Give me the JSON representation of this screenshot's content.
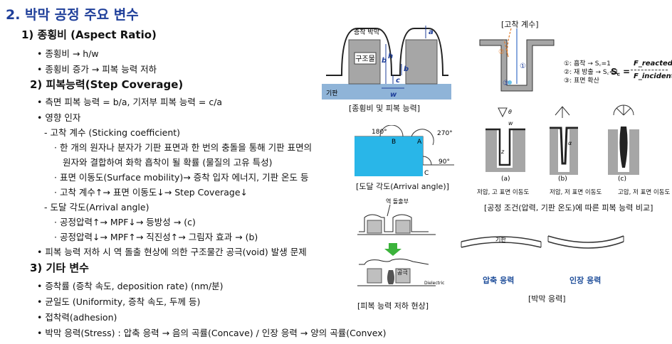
{
  "title": "2. 박막 공정 주요 변수",
  "sections": {
    "s1": {
      "heading": "1) 종횡비 (Aspect Ratio)",
      "b1": "• 종횡비 → h/w",
      "b2": "• 종횡비 증가 →  피복 능력 저하"
    },
    "s2": {
      "heading": "2) 피복능력(Step Coverage)",
      "b1": "• 측면 피복 능력 = b/a, 기저부 피복 능력 = c/a",
      "b2": "• 영향 인자",
      "d1": "- 고착 계수 (Sticking coefficient)",
      "d1a": "· 한 개의 원자나 분자가 기판 표면과 한 번의 충돌을 통해 기판 표면의",
      "d1b": "원자와 결합하여 화학 흡착이 될 확률 (물질의 고유 특성)",
      "d1c": "· 표면 이동도(Surface mobility)→ 증착 입자 에너지, 기판 온도 등",
      "d1d": "· 고착 계수↑→ 표면 이동도↓→ Step Coverage↓",
      "d2": "- 도달 각도(Arrival angle)",
      "d2a": "· 공정압력↑→ MPF↓→ 등방성 → (c)",
      "d2b": "· 공정압력↓→ MPF↑→ 직진성↑→ 그림자 효과 → (b)",
      "b3": "• 피복 능력 저하 시 역 돌출 현상에 의한 구조물간 공극(void) 발생 문제"
    },
    "s3": {
      "heading": "3) 기타 변수",
      "b1": "• 증착률 (증착 속도, deposition rate) (nm/분)",
      "b2": "• 균일도 (Uniformity, 증착 속도, 두께 등)",
      "b3": "• 접착력(adhesion)",
      "b4": "• 박막 응력(Stress) : 압축 응력 → 음의 곡률(Concave) / 인장 응력 → 양의 곡률(Convex)"
    }
  },
  "fig_aspect": {
    "caption": "[종횡비 및 피복 능력]",
    "film_label": "증착 박막",
    "structure_label": "구조물",
    "substrate_label": "기판",
    "a": "a",
    "b": "b",
    "c": "c",
    "h": "h",
    "w": "w"
  },
  "fig_sticking": {
    "label": "[고착 계수]",
    "n1": "①",
    "n2": "②",
    "n3": "③",
    "legend1": "①: 흡착 → S꜀=1",
    "legend2": "②: 재 방출 → S꜀<1",
    "legend3": "③: 표면 확산",
    "formula_lhs": "S꜀ =",
    "formula_num": "F_reacted",
    "formula_den": "F_incident"
  },
  "fig_arrival": {
    "caption": "[도달 각도(Arrival angle)]",
    "a180": "180°",
    "a270": "270°",
    "a90": "90°",
    "pA": "A",
    "pB": "B",
    "pC": "C"
  },
  "fig_compare": {
    "caption": "[공정 조건(압력, 기판 온도)에 따른 피복 능력 비교]",
    "la": "(a)",
    "lb": "(b)",
    "lc": "(c)",
    "ta": "저압, 고 표면 이동도",
    "tb": "저압, 저 표면 이동도",
    "tc": "고압, 저 표면 이동도",
    "theta": "θ",
    "w": "w",
    "z": "z",
    "alpha": "α"
  },
  "fig_void": {
    "caption": "[피복 능력 저하 현상]",
    "overhang": "역 돌출부",
    "void": "공극",
    "dielectric": "Dielectric"
  },
  "fig_stress": {
    "caption": "[박막 응력]",
    "substrate": "기판",
    "compressive": "압축 응력",
    "tensile": "인장 응력"
  },
  "colors": {
    "title": "#1f3f9a",
    "substrate": "#8fb4d8",
    "struct": "#a6a6a6",
    "stress_label": "#1f4e9a"
  }
}
